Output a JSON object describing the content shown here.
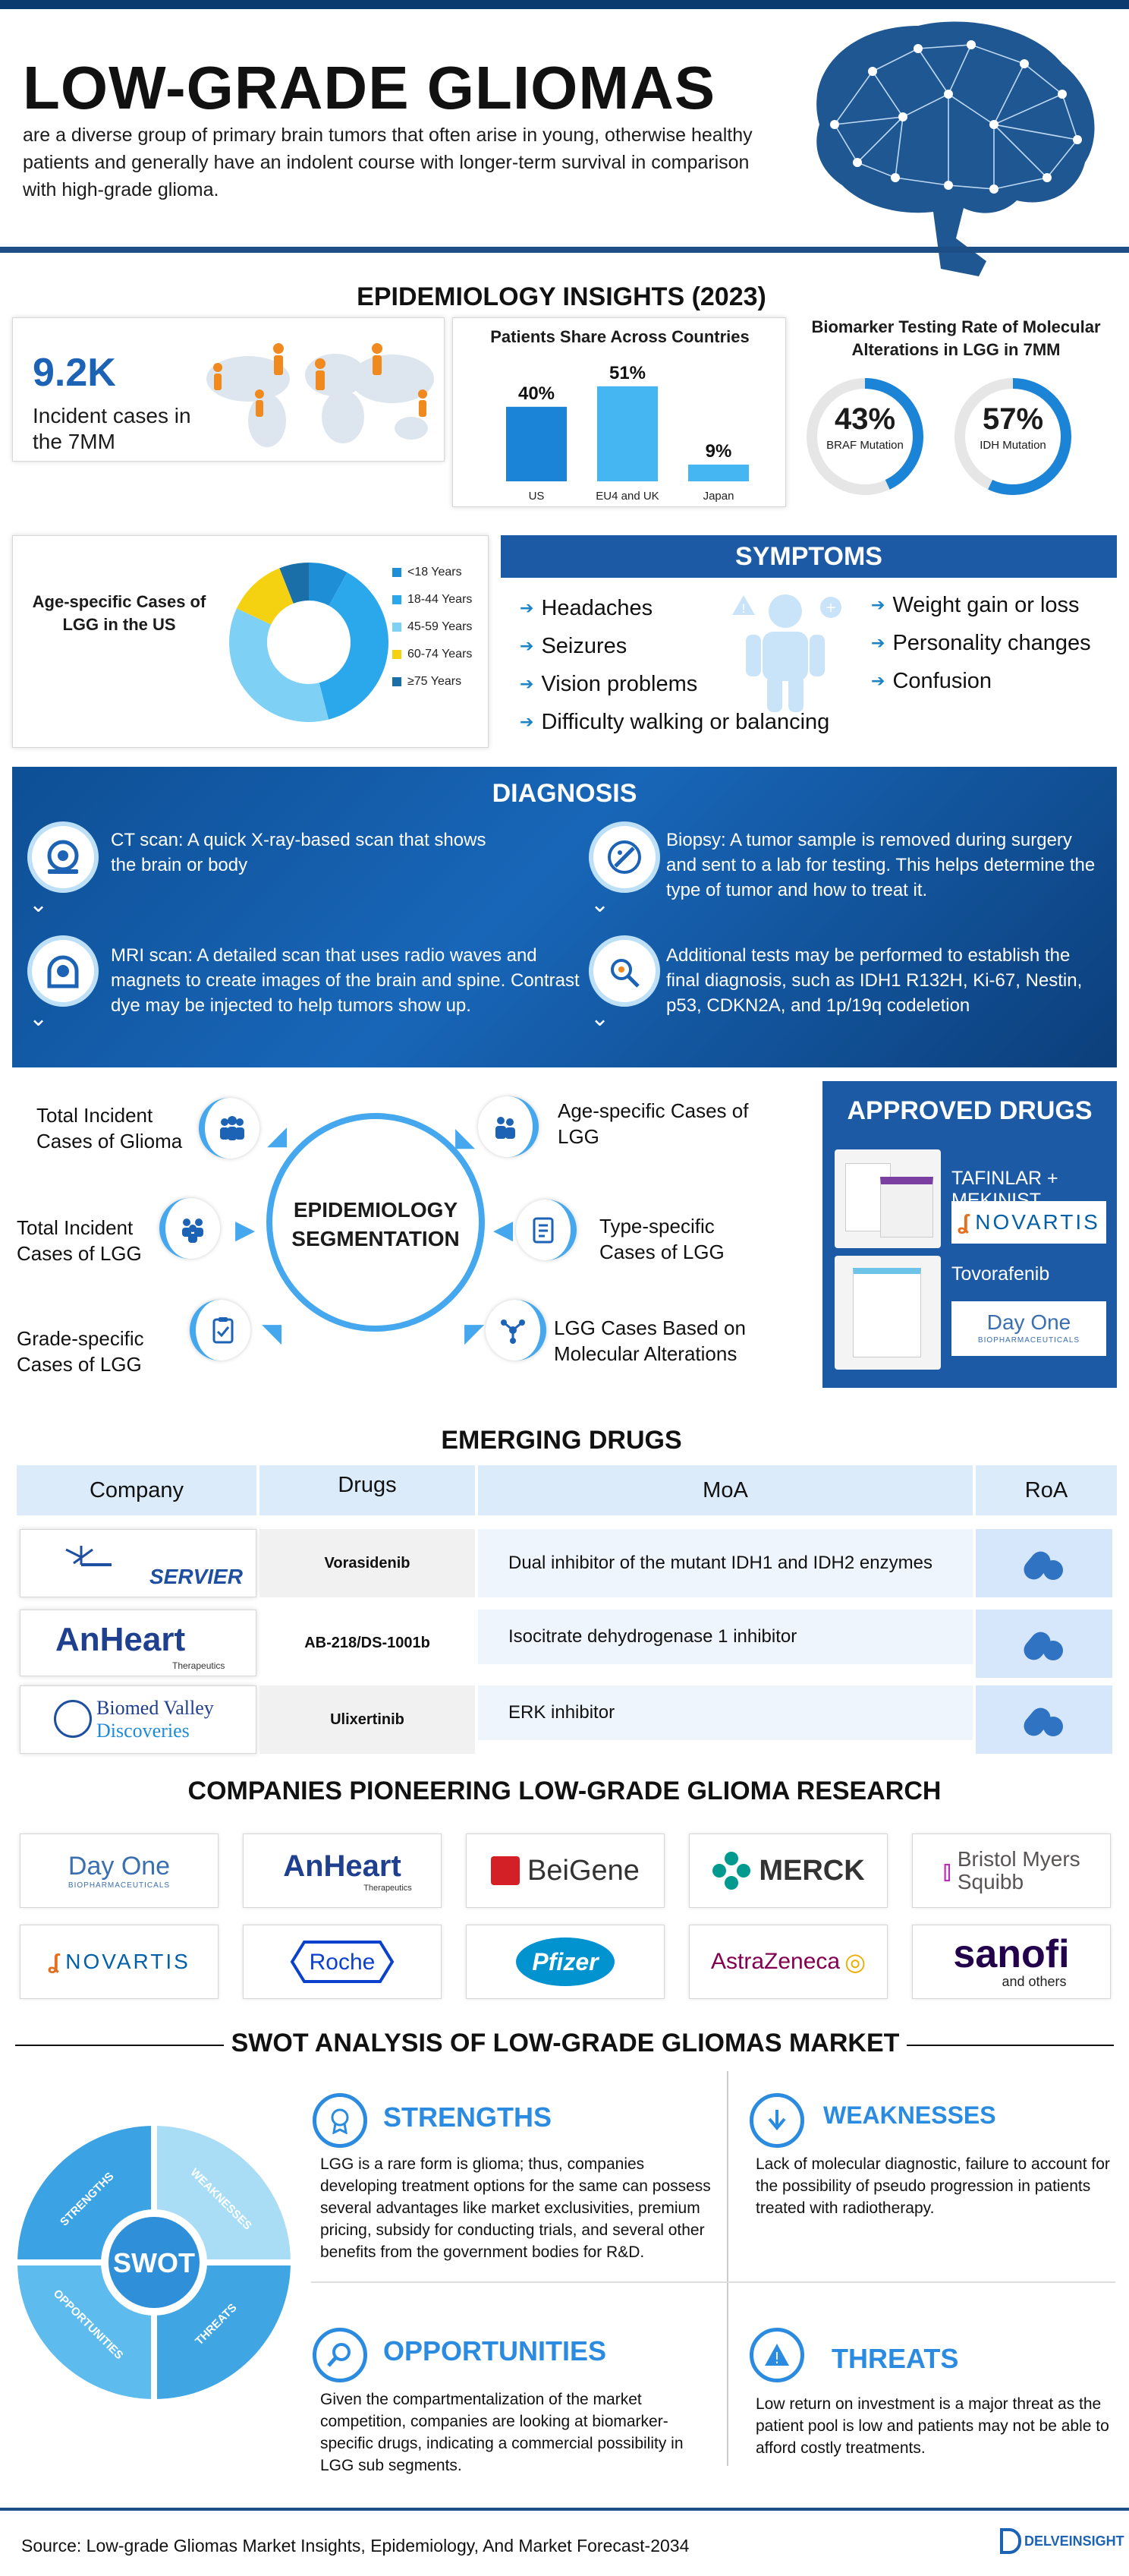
{
  "header": {
    "title": "LOW-GRADE GLIOMAS",
    "subtitle": "are a diverse group of primary brain tumors that often arise in young, otherwise healthy patients and generally have an indolent course with longer-term survival in comparison with high-grade glioma."
  },
  "epi": {
    "heading": "EPIDEMIOLOGY INSIGHTS (2023)",
    "incident_value": "9.2K",
    "incident_label": "Incident cases in the 7MM",
    "share_title": "Patients Share Across Countries",
    "biomarker_title": "Biomarker Testing Rate of Molecular Alterations in LGG in 7MM",
    "braf_value": "43%",
    "braf_label": "BRAF Mutation",
    "idh_value": "57%",
    "idh_label": "IDH Mutation",
    "age_title": "Age-specific Cases of LGG in the US"
  },
  "chart_data": [
    {
      "type": "bar",
      "title": "Patients Share Across Countries",
      "categories": [
        "US",
        "EU4 and UK",
        "Japan"
      ],
      "values": [
        40,
        51,
        9
      ],
      "labels": [
        "40%",
        "51%",
        "9%"
      ],
      "ylim": [
        0,
        55
      ]
    },
    {
      "type": "pie",
      "title": "Age-specific Cases of LGG in the US",
      "categories": [
        "<18 Years",
        "18-44 Years",
        "45-59 Years",
        "60-74 Years",
        "≥75 Years"
      ],
      "values": [
        8,
        38,
        36,
        12,
        6
      ],
      "colors": [
        "#1e8fd6",
        "#2ba8ec",
        "#7fd0f5",
        "#f4d111",
        "#1a6fa8"
      ]
    }
  ],
  "symptoms": {
    "heading": "SYMPTOMS",
    "left": [
      "Headaches",
      "Seizures",
      "Vision problems",
      "Difficulty walking or balancing"
    ],
    "right": [
      "Weight gain or loss",
      "Personality changes",
      "Confusion"
    ]
  },
  "diagnosis": {
    "heading": "DIAGNOSIS",
    "ct": "CT scan: A quick X-ray-based scan that shows the brain or body",
    "mri": "MRI scan: A detailed scan that uses radio waves and magnets to create images of the brain and spine. Contrast dye may be injected to help tumors show up.",
    "biopsy": "Biopsy: A tumor sample is removed during surgery and sent to a lab for testing. This helps determine the type of tumor and how to treat it.",
    "additional": "Additional tests may be performed to establish the final diagnosis, such as IDH1 R132H, Ki-67, Nestin, p53, CDKN2A, and 1p/19q codeletion"
  },
  "segmentation": {
    "center": "EPIDEMIOLOGY SEGMENTATION",
    "items": [
      "Total Incident Cases of Glioma",
      "Total Incident Cases of LGG",
      "Grade-specific Cases of LGG",
      "Age-specific Cases of LGG",
      "Type-specific Cases of LGG",
      "LGG Cases Based on Molecular Alterations"
    ]
  },
  "approved": {
    "heading": "APPROVED DRUGS",
    "drug1": "TAFINLAR + MEKINIST",
    "drug1_company": "NOVARTIS",
    "drug2": "Tovorafenib",
    "drug2_company": "Day One",
    "drug2_company_sub": "BIOPHARMACEUTICALS"
  },
  "emerging": {
    "heading": "EMERGING DRUGS",
    "columns": [
      "Company",
      "Drugs",
      "MoA",
      "RoA"
    ],
    "rows": [
      {
        "company": "SERVIER",
        "drug": "Vorasidenib",
        "moa": "Dual inhibitor of the mutant IDH1 and IDH2 enzymes"
      },
      {
        "company": "AnHeart",
        "drug": "AB-218/DS-1001b",
        "moa": "Isocitrate dehydrogenase 1 inhibitor"
      },
      {
        "company": "Biomed Valley Discoveries",
        "drug": "Ulixertinib",
        "moa": "ERK inhibitor"
      }
    ],
    "anheart_sub": "Therapeutics",
    "biomed_line1": "Biomed Valley",
    "biomed_line2": "Discoveries"
  },
  "companies": {
    "heading": "COMPANIES PIONEERING LOW-GRADE GLIOMA RESEARCH",
    "dayone": "Day One",
    "dayone_sub": "BIOPHARMACEUTICALS",
    "anheart": "AnHeart",
    "anheart_sub": "Therapeutics",
    "beigene": "BeiGene",
    "merck": "MERCK",
    "bms1": "Bristol Myers",
    "bms2": "Squibb",
    "novartis": "NOVARTIS",
    "roche": "Roche",
    "pfizer": "Pfizer",
    "astrazeneca": "AstraZeneca",
    "sanofi": "sanofi",
    "others": "and others"
  },
  "swot": {
    "heading": "SWOT ANALYSIS OF LOW-GRADE GLIOMAS MARKET",
    "center": "SWOT",
    "ring_labels": [
      "STRENGTHS",
      "WEAKNESSES",
      "OPPORTUNITIES",
      "THREATS"
    ],
    "strengths_h": "STRENGTHS",
    "strengths": "LGG is a rare form is glioma; thus, companies developing treatment options for the same can possess several advantages like market exclusivities, premium pricing, subsidy for conducting trials, and several other benefits from the government bodies for R&D.",
    "weaknesses_h": "WEAKNESSES",
    "weaknesses": "Lack of molecular diagnostic, failure to account for the possibility of pseudo progression in patients treated with radiotherapy.",
    "opportunities_h": "OPPORTUNITIES",
    "opportunities": "Given the compartmentalization of the market competition, companies are looking at biomarker-specific drugs, indicating a commercial possibility in LGG sub segments.",
    "threats_h": "THREATS",
    "threats": "Low return on investment is a major threat as the patient pool is low and patients may not be able to afford costly treatments."
  },
  "footer": {
    "source": "Source: Low-grade Gliomas Market Insights, Epidemiology, And Market Forecast-2034",
    "brand": "DELVEINSIGHT"
  }
}
